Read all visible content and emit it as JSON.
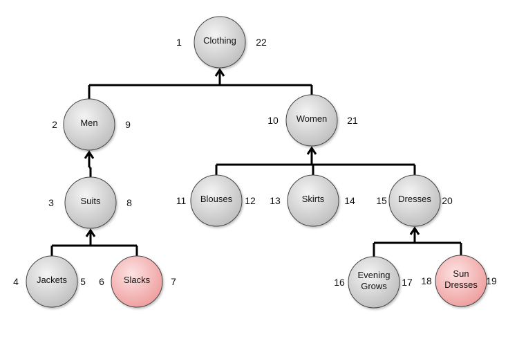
{
  "diagram": {
    "nodes": [
      {
        "id": "clothing",
        "label": [
          "Clothing"
        ],
        "left": "1",
        "right": "22",
        "color": "gray"
      },
      {
        "id": "men",
        "label": [
          "Men"
        ],
        "left": "2",
        "right": "9",
        "color": "gray"
      },
      {
        "id": "women",
        "label": [
          "Women"
        ],
        "left": "10",
        "right": "21",
        "color": "gray"
      },
      {
        "id": "suits",
        "label": [
          "Suits"
        ],
        "left": "3",
        "right": "8",
        "color": "gray"
      },
      {
        "id": "blouses",
        "label": [
          "Blouses"
        ],
        "left": "11",
        "right": "12",
        "color": "gray"
      },
      {
        "id": "skirts",
        "label": [
          "Skirts"
        ],
        "left": "13",
        "right": "14",
        "color": "gray"
      },
      {
        "id": "dresses",
        "label": [
          "Dresses"
        ],
        "left": "15",
        "right": "20",
        "color": "gray"
      },
      {
        "id": "jackets",
        "label": [
          "Jackets"
        ],
        "left": "4",
        "right": "5",
        "color": "gray"
      },
      {
        "id": "slacks",
        "label": [
          "Slacks"
        ],
        "left": "6",
        "right": "7",
        "color": "pink"
      },
      {
        "id": "evening-grows",
        "label": [
          "Evening",
          "Grows"
        ],
        "left": "16",
        "right": "17",
        "color": "gray"
      },
      {
        "id": "sun-dresses",
        "label": [
          "Sun",
          "Dresses"
        ],
        "left": "18",
        "right": "19",
        "color": "pink"
      }
    ],
    "edges": [
      {
        "parent": "clothing",
        "children": [
          "men",
          "women"
        ]
      },
      {
        "parent": "men",
        "children": [
          "suits"
        ]
      },
      {
        "parent": "suits",
        "children": [
          "jackets",
          "slacks"
        ]
      },
      {
        "parent": "women",
        "children": [
          "blouses",
          "skirts",
          "dresses"
        ]
      },
      {
        "parent": "dresses",
        "children": [
          "evening-grows",
          "sun-dresses"
        ]
      }
    ],
    "colors": {
      "gray_fill": "#d9d9d9",
      "pink_fill": "#f4b6b6",
      "stroke": "#444444",
      "line": "#000000"
    }
  }
}
